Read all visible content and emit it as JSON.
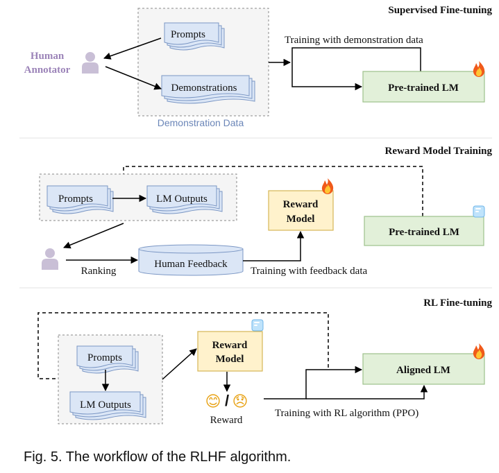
{
  "sections": {
    "sft": {
      "title": "Supervised Fine-tuning"
    },
    "rm": {
      "title": "Reward Model Training"
    },
    "rl": {
      "title": "RL Fine-tuning"
    }
  },
  "sft": {
    "human_line1": "Human",
    "human_line2": "Annotator",
    "prompts": "Prompts",
    "demonstrations": "Demonstrations",
    "group_label": "Demonstration Data",
    "edge_label": "Training with demonstration data",
    "model": "Pre-trained LM"
  },
  "rm": {
    "prompts": "Prompts",
    "lm_outputs": "LM Outputs",
    "ranking": "Ranking",
    "human_feedback": "Human Feedback",
    "edge_label": "Training with feedback data",
    "reward_line1": "Reward",
    "reward_line2": "Model",
    "model": "Pre-trained LM"
  },
  "rl": {
    "prompts": "Prompts",
    "lm_outputs": "LM Outputs",
    "reward_line1": "Reward",
    "reward_line2": "Model",
    "reward_label": "Reward",
    "emoji_happy": "😊",
    "emoji_slash": "/",
    "emoji_sad": "😞",
    "edge_label": "Training with RL algorithm (PPO)",
    "model": "Aligned LM"
  },
  "caption": "Fig. 5. The workflow of the RLHF algorithm.",
  "colors": {
    "doc_fill": "#dbe6f6",
    "doc_stroke": "#7a96c4",
    "model_fill": "#e2f0d9",
    "model_stroke": "#9dc08b",
    "reward_fill": "#fff2cc",
    "reward_stroke": "#d6b656",
    "group_fill": "#f5f5f5",
    "person": "#c9bfd6",
    "annotator_text": "#9b83b8",
    "group_label_text": "#6b86b8"
  }
}
